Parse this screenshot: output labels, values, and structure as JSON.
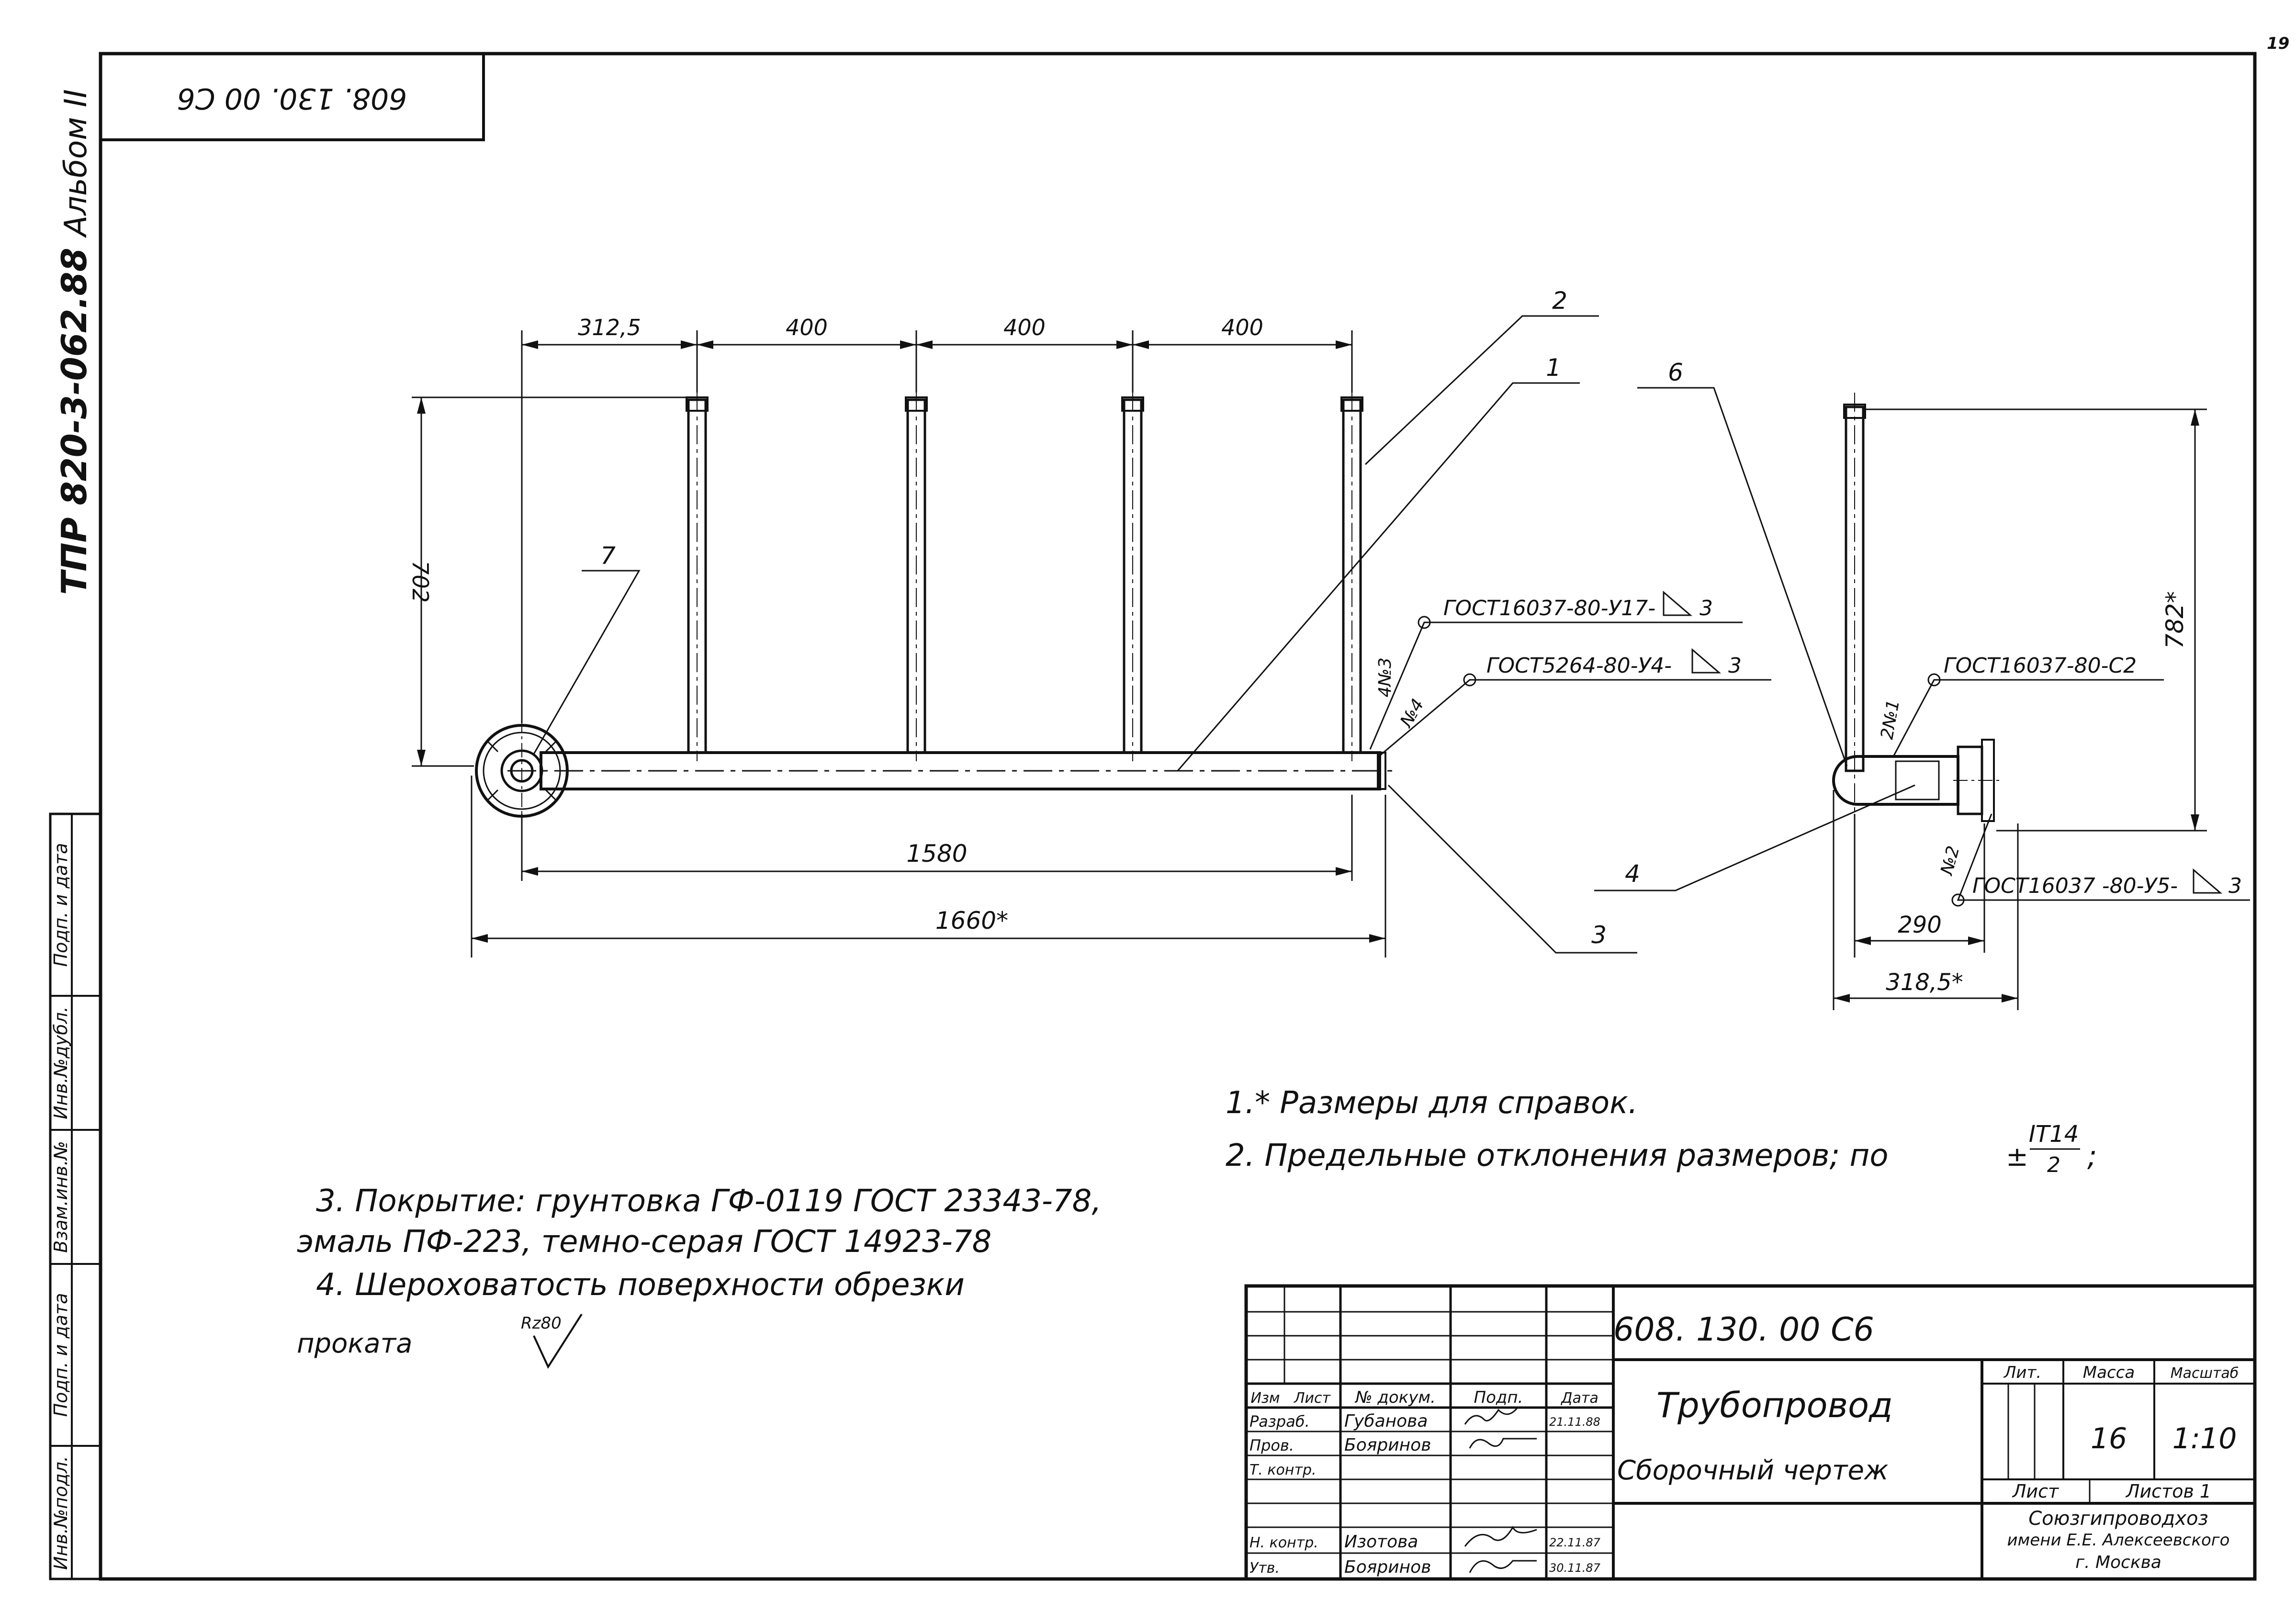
{
  "sheet": {
    "page_number": "19"
  },
  "margin": {
    "rotated_code": "608. 130. 00 С6",
    "series": "ТПР 820-3-062.88",
    "album": "Альбом II",
    "stamp_labels": [
      "Подп. и дата",
      "Инв.№дубл.",
      "Взам.инв.№",
      "Подп. и дата",
      "Инв.№подл."
    ]
  },
  "front_view": {
    "dims_top": [
      "312,5",
      "400",
      "400",
      "400"
    ],
    "dim_height": "702",
    "dim_inner_length": "1580",
    "dim_total_length": "1660*",
    "callouts": [
      "2",
      "1",
      "6",
      "7",
      "3"
    ],
    "weld_1": {
      "symbol": "ГОСТ16037-80-У17-",
      "size": "3",
      "joint": "4№3"
    },
    "weld_2": {
      "symbol": "ГОСТ5264-80-У4-",
      "size": "3",
      "joint": "№4"
    }
  },
  "side_view": {
    "dim_height": "782*",
    "dim_290": "290",
    "dim_318": "318,5*",
    "callout_4": "4",
    "weld_3": {
      "symbol": "ГОСТ16037-80-С2",
      "joint": "2№1"
    },
    "weld_4": {
      "symbol": "ГОСТ16037 -80-У5-",
      "size": "3",
      "joint": "№2"
    }
  },
  "notes": {
    "n1": "1.* Размеры для справок.",
    "n2_text": "2. Предельные отклонения   размеров;   по",
    "n2_pm": "±",
    "n2_num": "IT14",
    "n2_den": "2",
    "n2_end": ";",
    "n3_line1": "3. Покрытие:  грунтовка ГФ-0119 ГОСТ 23343-78,",
    "n3_line2": "эмаль ПФ-223, темно-серая ГОСТ 14923-78",
    "n4_line1": "4. Шероховатость  поверхности обрезки",
    "n4_line2": "проката",
    "roughness": "Rz80"
  },
  "title_block": {
    "code": "608. 130. 00 С6",
    "name": "Трубопровод",
    "doc_type": "Сборочный чертеж",
    "col_headers": [
      "Изм",
      "Лист",
      "№ докум.",
      "Подп.",
      "Дата"
    ],
    "rows": [
      {
        "role": "Разраб.",
        "name": "Губанова",
        "date": "21.11.88"
      },
      {
        "role": "Пров.",
        "name": "Бояринов",
        "date": ""
      },
      {
        "role": "Т. контр.",
        "name": "",
        "date": ""
      },
      {
        "role": "",
        "name": "",
        "date": ""
      },
      {
        "role": "Н. контр.",
        "name": "Изотова",
        "date": "22.11.87"
      },
      {
        "role": "Утв.",
        "name": "Бояринов",
        "date": "30.11.87"
      }
    ],
    "lit_label": "Лит.",
    "mass_label": "Масса",
    "scale_label": "Масштаб",
    "mass": "16",
    "scale": "1:10",
    "sheet_label": "Лист",
    "sheets_label": "Листов 1",
    "org_line1": "Союзгипроводхоз",
    "org_line2": "имени Е.Е. Алексеевского",
    "org_line3": "г. Москва"
  }
}
